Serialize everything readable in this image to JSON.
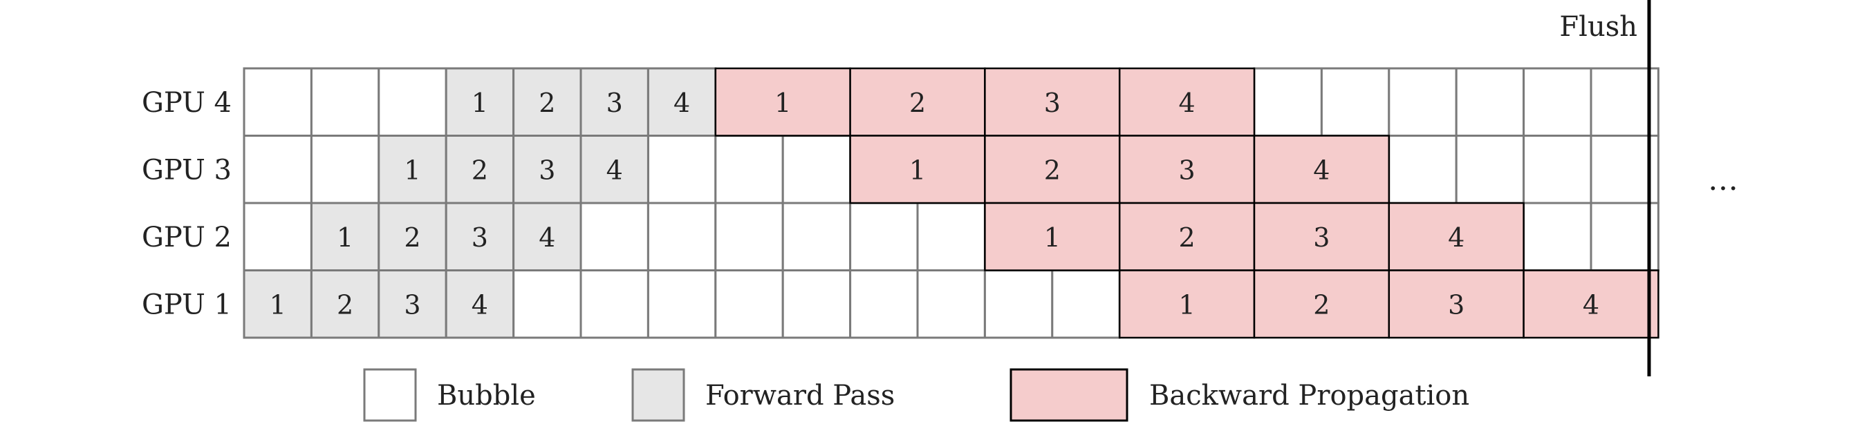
{
  "flush_label": "Flush",
  "ellipsis": "…",
  "colors": {
    "bubble": "#ffffff",
    "forward": "#e6e6e6",
    "backward": "#f5cccc",
    "grid_line": "#7a7a7a",
    "backward_border": "#000000",
    "flush_line": "#000000",
    "text": "#222222"
  },
  "schedule": {
    "unit": "forward time slot",
    "backward_duration_slots": 2,
    "total_slots": 21,
    "rows": [
      {
        "label": "GPU 4",
        "forward": [
          {
            "start": 3,
            "label": "1"
          },
          {
            "start": 4,
            "label": "2"
          },
          {
            "start": 5,
            "label": "3"
          },
          {
            "start": 6,
            "label": "4"
          }
        ],
        "backward": [
          {
            "start": 7,
            "label": "1"
          },
          {
            "start": 9,
            "label": "2"
          },
          {
            "start": 11,
            "label": "3"
          },
          {
            "start": 13,
            "label": "4"
          }
        ]
      },
      {
        "label": "GPU 3",
        "forward": [
          {
            "start": 2,
            "label": "1"
          },
          {
            "start": 3,
            "label": "2"
          },
          {
            "start": 4,
            "label": "3"
          },
          {
            "start": 5,
            "label": "4"
          }
        ],
        "backward": [
          {
            "start": 9,
            "label": "1"
          },
          {
            "start": 11,
            "label": "2"
          },
          {
            "start": 13,
            "label": "3"
          },
          {
            "start": 15,
            "label": "4"
          }
        ]
      },
      {
        "label": "GPU 2",
        "forward": [
          {
            "start": 1,
            "label": "1"
          },
          {
            "start": 2,
            "label": "2"
          },
          {
            "start": 3,
            "label": "3"
          },
          {
            "start": 4,
            "label": "4"
          }
        ],
        "backward": [
          {
            "start": 11,
            "label": "1"
          },
          {
            "start": 13,
            "label": "2"
          },
          {
            "start": 15,
            "label": "3"
          },
          {
            "start": 17,
            "label": "4"
          }
        ]
      },
      {
        "label": "GPU 1",
        "forward": [
          {
            "start": 0,
            "label": "1"
          },
          {
            "start": 1,
            "label": "2"
          },
          {
            "start": 2,
            "label": "3"
          },
          {
            "start": 3,
            "label": "4"
          }
        ],
        "backward": [
          {
            "start": 13,
            "label": "1"
          },
          {
            "start": 15,
            "label": "2"
          },
          {
            "start": 17,
            "label": "3"
          },
          {
            "start": 19,
            "label": "4"
          }
        ]
      }
    ]
  },
  "legend": [
    {
      "kind": "bubble",
      "label": "Bubble"
    },
    {
      "kind": "forward",
      "label": "Forward Pass"
    },
    {
      "kind": "backward",
      "label": "Backward Propagation"
    }
  ]
}
